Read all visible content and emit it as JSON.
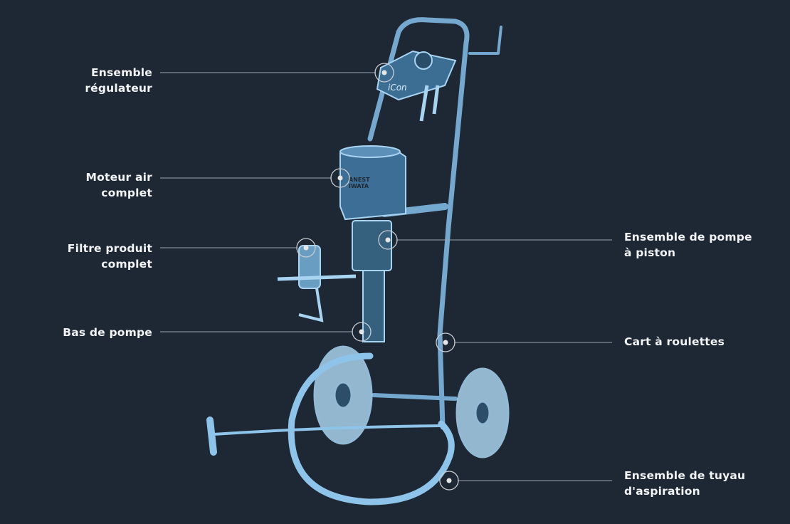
{
  "diagram": {
    "logos": {
      "controller": "iCon",
      "motor_line1": "ANEST",
      "motor_line2": "IWATA"
    },
    "callouts": [
      {
        "id": "regulateur",
        "lines": [
          "Ensemble",
          "régulateur"
        ]
      },
      {
        "id": "moteur",
        "lines": [
          "Moteur air",
          "complet"
        ]
      },
      {
        "id": "filtre",
        "lines": [
          "Filtre produit",
          "complet"
        ]
      },
      {
        "id": "bas-pompe",
        "lines": [
          "Bas de pompe"
        ]
      },
      {
        "id": "pompe-piston",
        "lines": [
          "Ensemble de pompe",
          "à piston"
        ]
      },
      {
        "id": "cart",
        "lines": [
          "Cart à roulettes"
        ]
      },
      {
        "id": "tuyau",
        "lines": [
          "Ensemble de tuyau",
          "d'aspiration"
        ]
      }
    ],
    "colors": {
      "background": "#1e2834",
      "line": "#9aa3ab",
      "art": "#8fc3ea",
      "label": "#f2f4f6"
    }
  }
}
